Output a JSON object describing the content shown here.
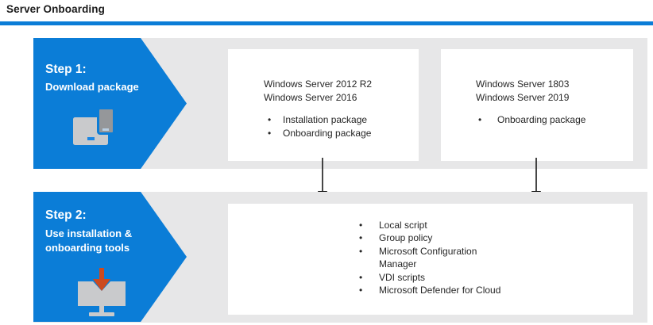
{
  "page": {
    "title": "Server Onboarding"
  },
  "colors": {
    "accent_blue": "#0b7dd7",
    "band_gray": "#e7e7e8",
    "box_white": "#ffffff",
    "text_dark": "#262626",
    "icon_light_gray": "#c9cacc",
    "icon_dark_gray": "#95979a",
    "device_dash_blue": "#1b86e3",
    "download_arrow_red": "#cc4a1f",
    "flow_arrow_black": "#1a1a1a"
  },
  "steps": [
    {
      "label": "Step 1:",
      "description": "Download package",
      "icon": "devices-icon"
    },
    {
      "label": "Step 2:",
      "description_line1": "Use installation &",
      "description_line2": "onboarding tools",
      "icon": "download-to-computer-icon"
    }
  ],
  "package_boxes": [
    {
      "titles": [
        "Windows Server 2012 R2",
        "Windows Server 2016"
      ],
      "bullets": [
        "Installation package",
        "Onboarding package"
      ]
    },
    {
      "titles": [
        "Windows Server 1803",
        "Windows Server 2019"
      ],
      "bullets": [
        "Onboarding package"
      ]
    }
  ],
  "tools_box": {
    "bullets": [
      "Local script",
      "Group policy",
      "Microsoft Configuration Manager",
      "VDI scripts",
      "Microsoft Defender for Cloud"
    ]
  }
}
